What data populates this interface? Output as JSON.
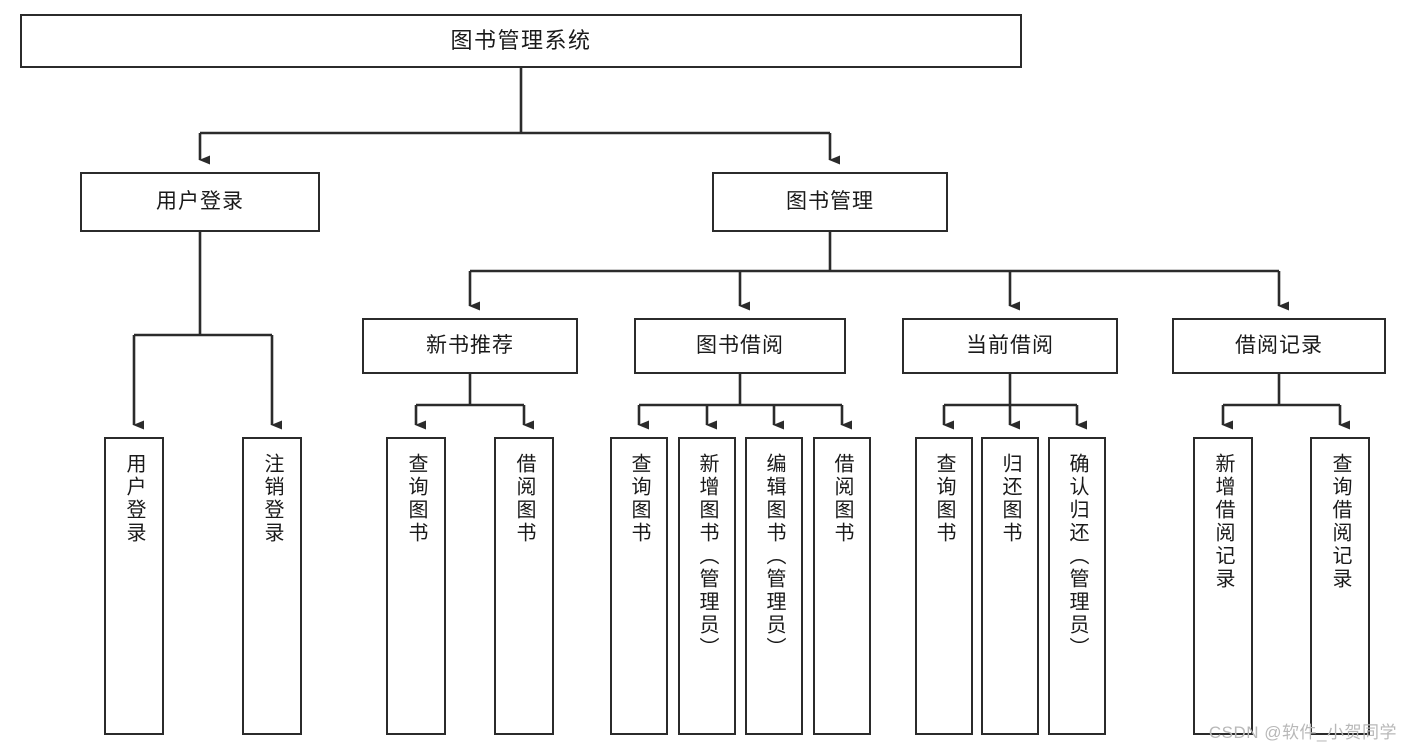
{
  "diagram": {
    "title": "图书管理系统",
    "type": "tree-hierarchy",
    "watermark": "CSDN @软件_小贺同学",
    "colors": {
      "box_border": "#2b2b2b",
      "box_fill": "#ffffff",
      "edge": "#2b2b2b",
      "text": "#1a1a1a",
      "watermark": "#b8b8b8",
      "background": "#ffffff"
    },
    "nodes": {
      "root": {
        "label": "图书管理系统"
      },
      "level2": [
        {
          "id": "user-login",
          "label": "用户登录"
        },
        {
          "id": "book-manage",
          "label": "图书管理"
        }
      ],
      "level3": [
        {
          "id": "new-book-recommend",
          "label": "新书推荐"
        },
        {
          "id": "book-borrow",
          "label": "图书借阅"
        },
        {
          "id": "current-borrow",
          "label": "当前借阅"
        },
        {
          "id": "borrow-record",
          "label": "借阅记录"
        }
      ],
      "leaves": {
        "user-login": [
          {
            "id": "leaf-user-login",
            "label": "用户登录"
          },
          {
            "id": "leaf-logout-login",
            "label": "注销登录"
          }
        ],
        "new-book-recommend": [
          {
            "id": "leaf-query-book-1",
            "label": "查询图书"
          },
          {
            "id": "leaf-borrow-book-1",
            "label": "借阅图书"
          }
        ],
        "book-borrow": [
          {
            "id": "leaf-query-book-2",
            "label": "查询图书"
          },
          {
            "id": "leaf-add-book-admin",
            "label": "新增图书（管理员）"
          },
          {
            "id": "leaf-edit-book-admin",
            "label": "编辑图书（管理员）"
          },
          {
            "id": "leaf-borrow-book-2",
            "label": "借阅图书"
          }
        ],
        "current-borrow": [
          {
            "id": "leaf-query-book-3",
            "label": "查询图书"
          },
          {
            "id": "leaf-return-book",
            "label": "归还图书"
          },
          {
            "id": "leaf-confirm-return-admin",
            "label": "确认归还（管理员）"
          }
        ],
        "borrow-record": [
          {
            "id": "leaf-add-borrow-record",
            "label": "新增借阅记录"
          },
          {
            "id": "leaf-query-borrow-record",
            "label": "查询借阅记录"
          }
        ]
      }
    }
  }
}
